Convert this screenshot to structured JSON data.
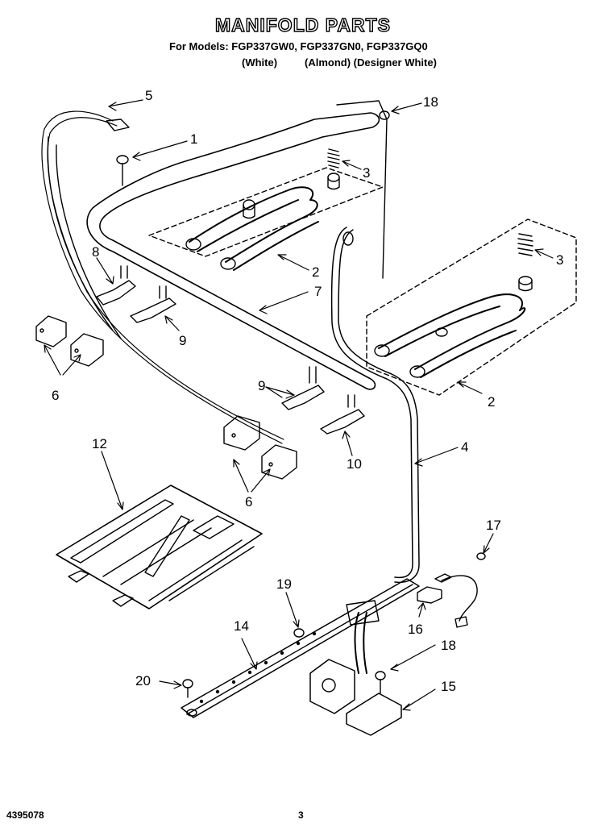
{
  "header": {
    "title": "MANIFOLD PARTS",
    "models_line": "For Models: FGP337GW0, FGP337GN0, FGP337GQ0",
    "color_white": "(White)",
    "color_other": "(Almond) (Designer White)"
  },
  "footer": {
    "doc_number": "4395078",
    "page_number": "3"
  },
  "callouts": {
    "c1": "1",
    "c2a": "2",
    "c2b": "2",
    "c3a": "3",
    "c3b": "3",
    "c4": "4",
    "c5": "5",
    "c6a": "6",
    "c6b": "6",
    "c7": "7",
    "c8": "8",
    "c9a": "9",
    "c9b": "9",
    "c10": "10",
    "c12": "12",
    "c14": "14",
    "c15": "15",
    "c16": "16",
    "c17": "17",
    "c18a": "18",
    "c18b": "18",
    "c19": "19",
    "c20": "20"
  }
}
